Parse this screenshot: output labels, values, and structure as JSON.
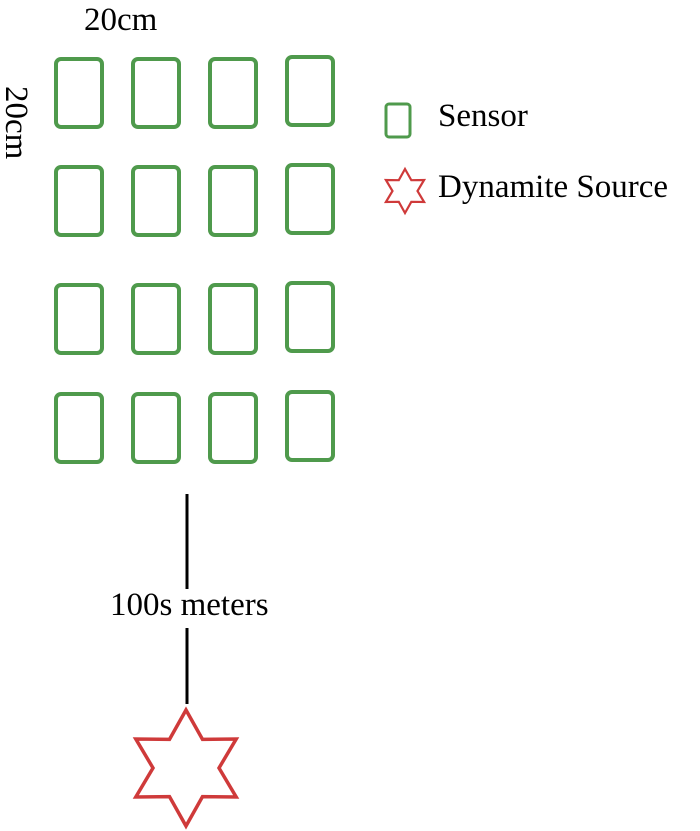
{
  "labels": {
    "spacing_horizontal": "20cm",
    "spacing_vertical": "20cm",
    "distance": "100s meters"
  },
  "legend": {
    "sensor": {
      "label": "Sensor",
      "icon": "sensor-square-icon",
      "color": "#4f9a4c"
    },
    "source": {
      "label": "Dynamite Source",
      "icon": "six-point-star-icon",
      "color": "#cf3a3a"
    }
  },
  "sensor_grid": {
    "rows": 4,
    "columns": 4,
    "color": "#4f9a4c"
  },
  "source": {
    "icon": "six-point-star-icon",
    "color": "#cf3a3a"
  },
  "connector_color": "#000000"
}
